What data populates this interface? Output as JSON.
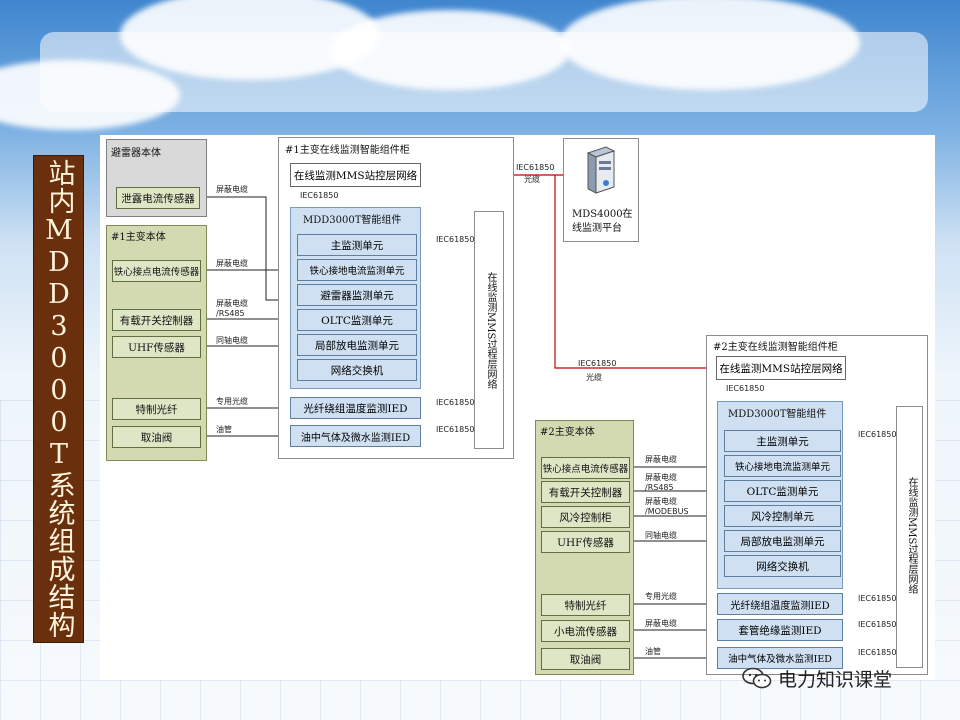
{
  "slide": {
    "title_vertical": "站内MDD3000T系统组成结构",
    "watermark": "电力知识课堂"
  },
  "left_side": {
    "arrester_group_title": "避雷器本体",
    "arrester_sensor": "泄露电流传感器",
    "transformer1_title": "#1主变本体",
    "core_sensor": "铁心接点电流传感器",
    "oltc_controller": "有载开关控制器",
    "uhf_sensor": "UHF传感器",
    "fiber": "特制光纤",
    "oil_valve": "取油阀"
  },
  "cabinet1": {
    "title": "#1主变在线监测智能组件柜",
    "mms_network": "在线监测MMS站控层网络",
    "iec_below_mms": "IEC61850",
    "component_title": "MDD3000T智能组件",
    "units": [
      "主监测单元",
      "铁心接地电流监测单元",
      "避雷器监测单元",
      "OLTC监测单元",
      "局部放电监测单元",
      "网络交换机"
    ],
    "ied_fiber": "光纤绕组温度监测IED",
    "ied_oil": "油中气体及微水监测IED",
    "process_network": "在线监测MMS过程层网络",
    "iec_labels": [
      "IEC61850",
      "IEC61850",
      "IEC61850"
    ]
  },
  "cable_labels_1": {
    "shield1": "屏蔽电缆",
    "shield2": "屏蔽电缆",
    "shield_rs485_a": "屏蔽电缆",
    "shield_rs485_b": "/RS485",
    "coax": "同轴电缆",
    "special_fiber": "专用光缆",
    "oil_pipe": "油管"
  },
  "platform": {
    "iec_top": "IEC61850",
    "fiber_top": "光缆",
    "name_line1": "MDS4000在",
    "name_line2": "线监测平台",
    "iec_bottom": "IEC61850",
    "fiber_bottom": "光缆"
  },
  "cabinet2": {
    "title": "#2主变在线监测智能组件柜",
    "mms_network": "在线监测MMS站控层网络",
    "iec_below_mms": "IEC61850",
    "component_title": "MDD3000T智能组件",
    "units": [
      "主监测单元",
      "铁心接地电流监测单元",
      "OLTC监测单元",
      "风冷控制单元",
      "局部放电监测单元",
      "网络交换机"
    ],
    "ied_fiber": "光纤绕组温度监测IED",
    "ied_bushing": "套管绝缘监测IED",
    "ied_oil": "油中气体及微水监测IED",
    "process_network": "在线监测MMS过程层网络",
    "iec_labels": [
      "IEC61850",
      "IEC61850",
      "IEC61850",
      "IEC61850"
    ]
  },
  "transformer2": {
    "title": "#2主变本体",
    "core_sensor": "铁心接点电流传感器",
    "oltc_controller": "有载开关控制器",
    "fan_cabinet": "风冷控制柜",
    "uhf_sensor": "UHF传感器",
    "fiber": "特制光纤",
    "small_current": "小电流传感器",
    "oil_valve": "取油阀"
  },
  "cable_labels_2": {
    "shield1": "屏蔽电缆",
    "shield_rs485_a": "屏蔽电缆",
    "shield_rs485_b": "/RS485",
    "shield_modbus_a": "屏蔽电缆",
    "shield_modbus_b": "/MODEBUS",
    "coax": "同轴电缆",
    "special_fiber": "专用光缆",
    "shield_bushing": "屏蔽电缆",
    "oil_pipe": "油管"
  },
  "colors": {
    "side_title_bg": "#6a2f0d",
    "olive_group": "#d3dab2",
    "unit_blue": "#cfe0f2",
    "link_red": "#c00000"
  }
}
